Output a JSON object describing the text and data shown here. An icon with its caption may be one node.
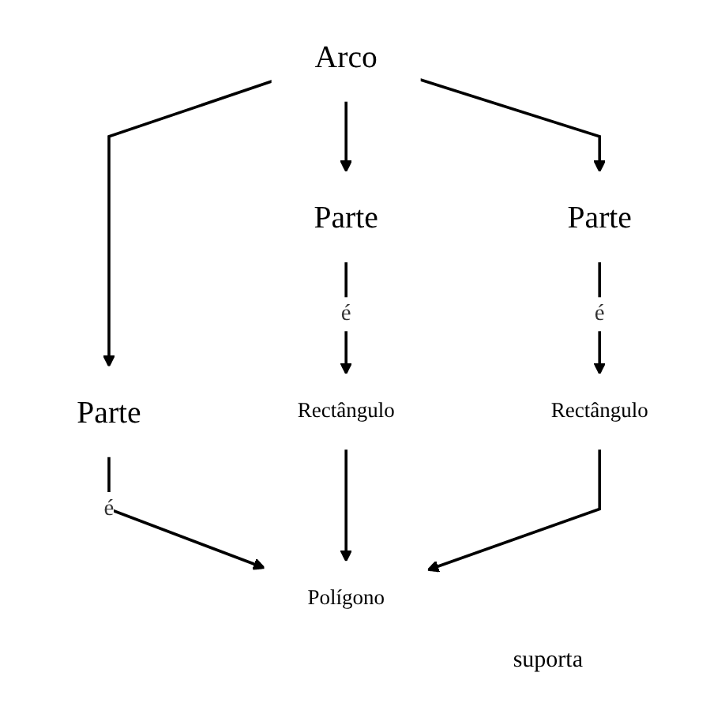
{
  "diagram": {
    "nodes": [
      {
        "text": [
          "Arco"
        ]
      },
      {
        "text": [
          "Parte"
        ]
      },
      {
        "text": [
          "Parte"
        ]
      },
      {
        "text": [
          "Parte"
        ]
      },
      {
        "text": [
          "Rectângulo"
        ]
      },
      {
        "text": [
          "Rectângulo"
        ]
      },
      {
        "text": [
          "Polígono"
        ]
      }
    ],
    "edges": [
      {
        "from": 0,
        "to": 1,
        "arrow": "to"
      },
      {
        "from": 0,
        "to": 2,
        "arrow": "to"
      },
      {
        "from": 0,
        "to": 3,
        "arrow": "to"
      },
      {
        "from": 1,
        "to": 4,
        "arrow": "to",
        "label": "é"
      },
      {
        "from": 2,
        "to": 5,
        "arrow": "to",
        "label": "é"
      },
      {
        "from": 3,
        "to": 6,
        "arrow": "to",
        "label": "é"
      },
      {
        "from": 4,
        "to": 6,
        "arrow": "to"
      },
      {
        "from": 5,
        "to": 6,
        "arrow": "to"
      }
    ],
    "labels": [
      "suporta"
    ]
  }
}
